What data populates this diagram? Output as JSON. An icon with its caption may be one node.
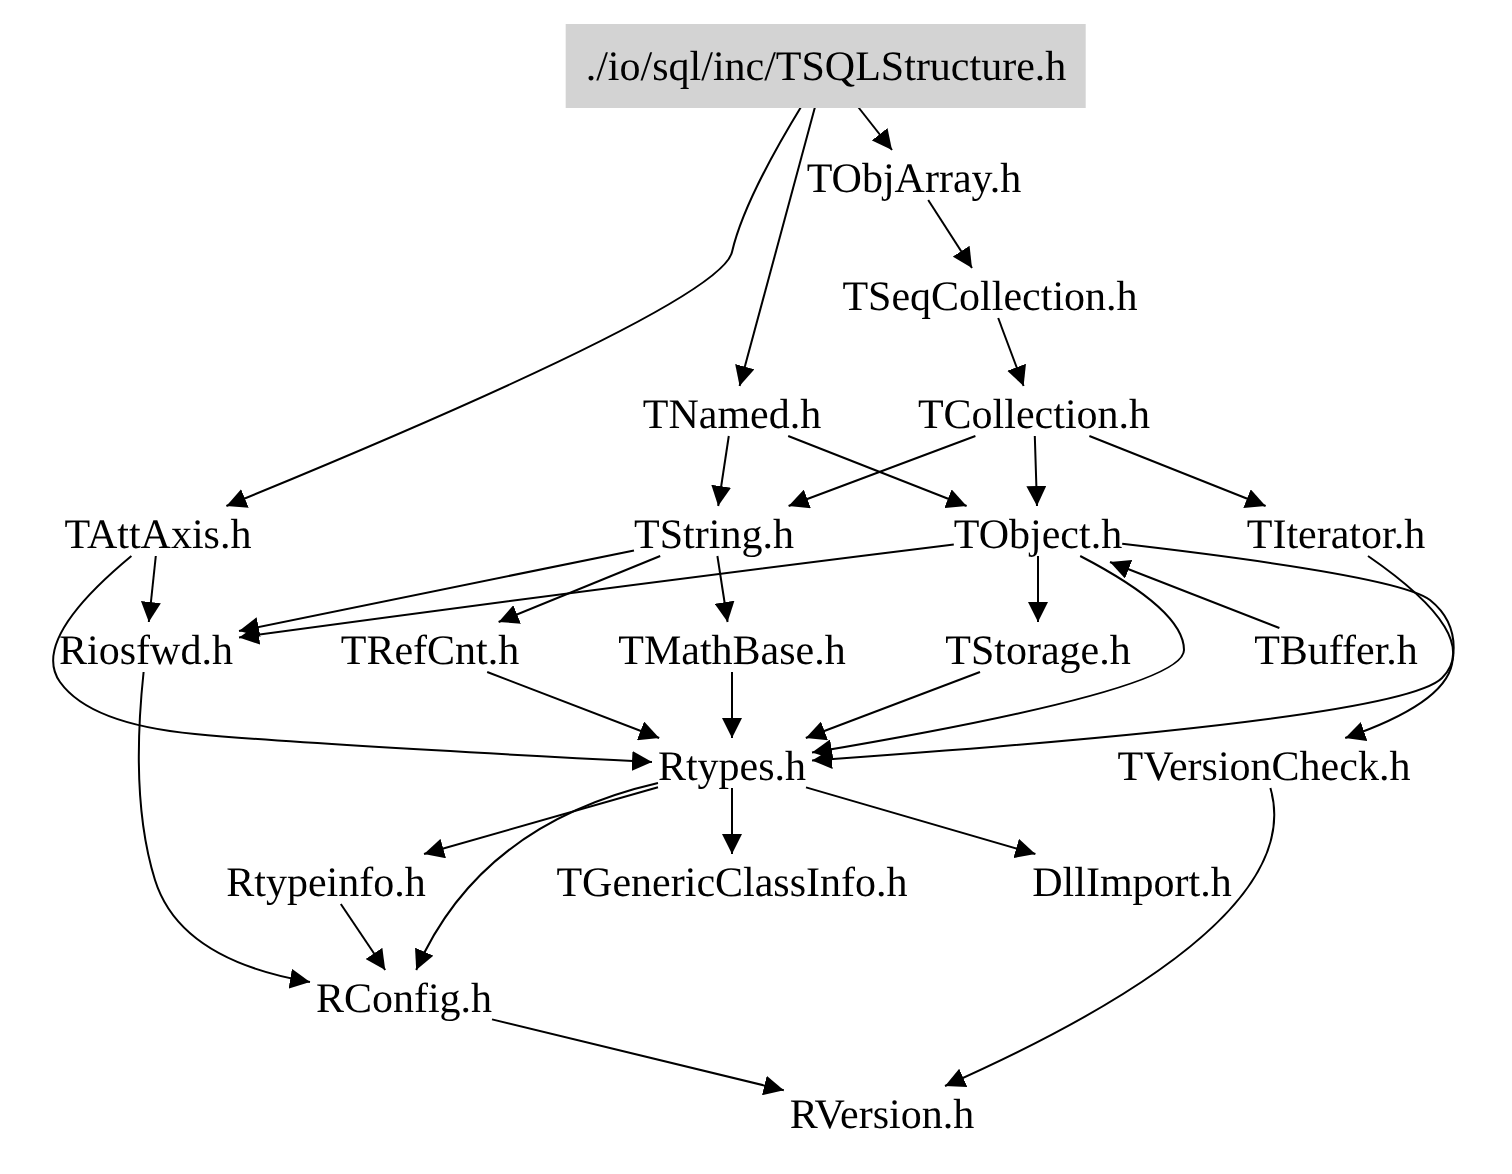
{
  "diagram": {
    "nodes": [
      {
        "text": [
          "./io/sql/inc/TSQLStructure.h"
        ]
      },
      {
        "text": [
          "TObjArray.h"
        ]
      },
      {
        "text": [
          "TSeqCollection.h"
        ]
      },
      {
        "text": [
          "TNamed.h"
        ]
      },
      {
        "text": [
          "TCollection.h"
        ]
      },
      {
        "text": [
          "TAttAxis.h"
        ]
      },
      {
        "text": [
          "TString.h"
        ]
      },
      {
        "text": [
          "TObject.h"
        ]
      },
      {
        "text": [
          "TIterator.h"
        ]
      },
      {
        "text": [
          "Riosfwd.h"
        ]
      },
      {
        "text": [
          "TRefCnt.h"
        ]
      },
      {
        "text": [
          "TMathBase.h"
        ]
      },
      {
        "text": [
          "TStorage.h"
        ]
      },
      {
        "text": [
          "TBuffer.h"
        ]
      },
      {
        "text": [
          "Rtypes.h"
        ]
      },
      {
        "text": [
          "TVersionCheck.h"
        ]
      },
      {
        "text": [
          "Rtypeinfo.h"
        ]
      },
      {
        "text": [
          "TGenericClassInfo.h"
        ]
      },
      {
        "text": [
          "DllImport.h"
        ]
      },
      {
        "text": [
          "RConfig.h"
        ]
      },
      {
        "text": [
          "RVersion.h"
        ]
      }
    ],
    "edges": [
      {
        "from": 0,
        "to": 1,
        "arrow": "to"
      },
      {
        "from": 0,
        "to": 3,
        "arrow": "to"
      },
      {
        "from": 0,
        "to": 5,
        "arrow": "to"
      },
      {
        "from": 1,
        "to": 2,
        "arrow": "to"
      },
      {
        "from": 2,
        "to": 4,
        "arrow": "to"
      },
      {
        "from": 3,
        "to": 6,
        "arrow": "to"
      },
      {
        "from": 3,
        "to": 7,
        "arrow": "to"
      },
      {
        "from": 4,
        "to": 6,
        "arrow": "to"
      },
      {
        "from": 4,
        "to": 7,
        "arrow": "to"
      },
      {
        "from": 4,
        "to": 8,
        "arrow": "to"
      },
      {
        "from": 5,
        "to": 9,
        "arrow": "to"
      },
      {
        "from": 5,
        "to": 14,
        "arrow": "to"
      },
      {
        "from": 6,
        "to": 9,
        "arrow": "to"
      },
      {
        "from": 6,
        "to": 10,
        "arrow": "to"
      },
      {
        "from": 6,
        "to": 11,
        "arrow": "to"
      },
      {
        "from": 7,
        "to": 9,
        "arrow": "to"
      },
      {
        "from": 7,
        "to": 12,
        "arrow": "to"
      },
      {
        "from": 13,
        "to": 7,
        "arrow": "to"
      },
      {
        "from": 7,
        "to": 14,
        "arrow": "to"
      },
      {
        "from": 7,
        "to": 15,
        "arrow": "to"
      },
      {
        "from": 8,
        "to": 14,
        "arrow": "to"
      },
      {
        "from": 10,
        "to": 14,
        "arrow": "to"
      },
      {
        "from": 11,
        "to": 14,
        "arrow": "to"
      },
      {
        "from": 12,
        "to": 14,
        "arrow": "to"
      },
      {
        "from": 14,
        "to": 16,
        "arrow": "to"
      },
      {
        "from": 14,
        "to": 17,
        "arrow": "to"
      },
      {
        "from": 14,
        "to": 18,
        "arrow": "to"
      },
      {
        "from": 14,
        "to": 19,
        "arrow": "to"
      },
      {
        "from": 16,
        "to": 19,
        "arrow": "to"
      },
      {
        "from": 9,
        "to": 19,
        "arrow": "to"
      },
      {
        "from": 19,
        "to": 20,
        "arrow": "to"
      },
      {
        "from": 15,
        "to": 20,
        "arrow": "to"
      }
    ]
  }
}
